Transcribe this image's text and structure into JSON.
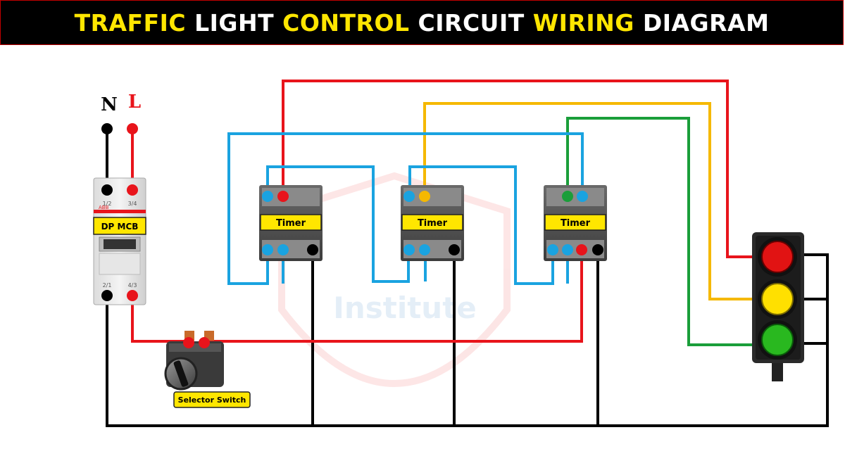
{
  "title": {
    "words": [
      {
        "text": "TRAFFIC",
        "color": "#ffe600"
      },
      {
        "text": "LIGHT",
        "color": "#ffffff"
      },
      {
        "text": "CONTROL",
        "color": "#ffe600"
      },
      {
        "text": "CIRCUIT",
        "color": "#ffffff"
      },
      {
        "text": "WIRING",
        "color": "#ffe600"
      },
      {
        "text": "DIAGRAM",
        "color": "#ffffff"
      }
    ]
  },
  "supply": {
    "neutral": "N",
    "line": "L"
  },
  "mcb": {
    "label": "DP MCB",
    "brand": "ABB",
    "terminal_top_left": "1/2",
    "terminal_top_right": "3/4",
    "terminal_bottom_left": "2/1",
    "terminal_bottom_right": "4/3"
  },
  "timers": [
    {
      "label": "Timer"
    },
    {
      "label": "Timer"
    },
    {
      "label": "Timer"
    }
  ],
  "selector_switch": {
    "label": "Selector Switch"
  },
  "watermark": {
    "text": "Institute"
  },
  "colors": {
    "wire_red": "#e8141b",
    "wire_black": "#000000",
    "wire_blue": "#1aa3e0",
    "wire_yellow": "#f5b800",
    "wire_green": "#1a9e3a",
    "label_fill": "#ffe600",
    "lamp_red": "#e11313",
    "lamp_yellow": "#ffe000",
    "lamp_green": "#29b81f"
  },
  "traffic_light": {
    "lamps": [
      "red",
      "yellow",
      "green"
    ]
  }
}
